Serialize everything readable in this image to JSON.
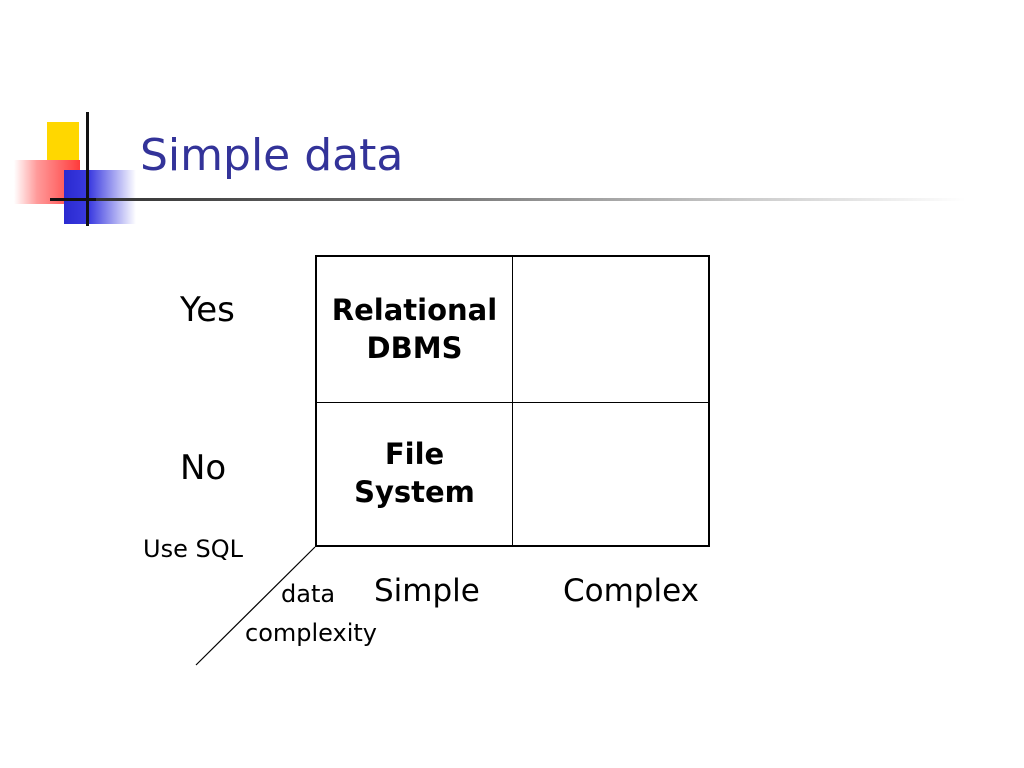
{
  "slide": {
    "title": "Simple data"
  },
  "diagram": {
    "rows": [
      "Yes",
      "No"
    ],
    "columns": [
      "Simple",
      "Complex"
    ],
    "y_axis_label": "Use SQL",
    "x_axis_label_line1": "data",
    "x_axis_label_line2": "complexity",
    "cells": {
      "yes_simple": "Relational\nDBMS",
      "yes_complex": "",
      "no_simple": "File\nSystem",
      "no_complex": ""
    }
  },
  "colors": {
    "title": "#333399",
    "logo_yellow": "#ffd700",
    "logo_red": "#ff3b3b",
    "logo_blue": "#2a2ad0"
  }
}
